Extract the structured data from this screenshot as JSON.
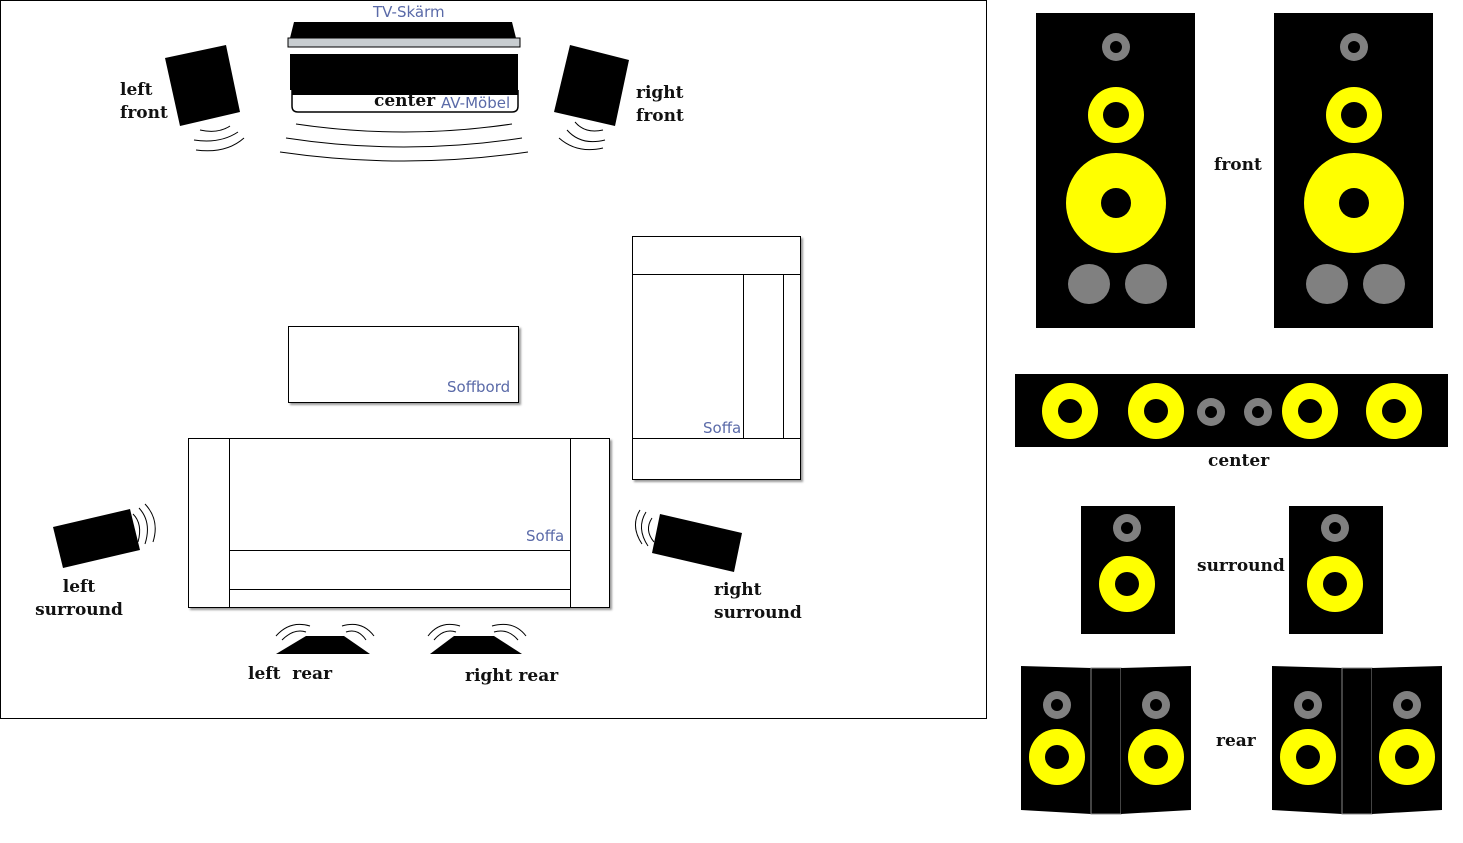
{
  "room": {
    "tv_label": "TV-Skärm",
    "av_label": "AV-Möbel",
    "table_label": "Soffbord",
    "sofa_label": "Soffa",
    "sofa_side_label": "Soffa",
    "speaker_labels": {
      "center": "center",
      "left_front_1": "left",
      "left_front_2": "front",
      "right_front_1": "right",
      "right_front_2": "front",
      "left_surround_1": "left",
      "left_surround_2": "surround",
      "right_surround_1": "right",
      "right_surround_2": "surround",
      "left_rear": "left  rear",
      "right_rear": "right rear"
    }
  },
  "legend": {
    "front": "front",
    "center": "center",
    "surround": "surround",
    "rear": "rear"
  },
  "colors": {
    "driver": "#ffff00",
    "tweeter": "#808080",
    "cabinet": "#000000",
    "label_blue": "#5a6aa8"
  }
}
